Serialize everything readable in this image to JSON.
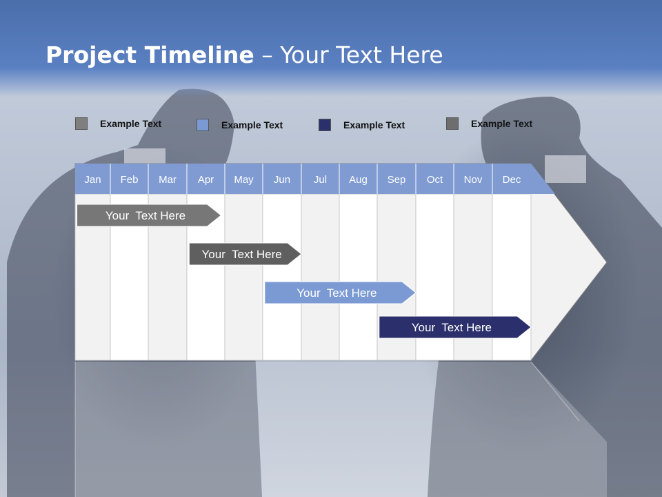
{
  "title": {
    "bold": "Project Timeline",
    "rest": " – Your Text Here"
  },
  "legend": [
    {
      "label": "Example Text",
      "color": "#7f7f7f"
    },
    {
      "label": "Example Text",
      "color": "#7b9ad4"
    },
    {
      "label": "Example Text",
      "color": "#2b2f6b"
    },
    {
      "label": "Example Text",
      "color": "#6e6e6e"
    }
  ],
  "months": [
    "Jan",
    "Feb",
    "Mar",
    "Apr",
    "May",
    "Jun",
    "Jul",
    "Aug",
    "Sep",
    "Oct",
    "Nov",
    "Dec"
  ],
  "tasks": [
    {
      "label": "Your  Text Here",
      "start_month": "Jan",
      "end_month": "Apr",
      "color": "#777777"
    },
    {
      "label": "Your  Text Here",
      "start_month": "Apr",
      "end_month": "Jun",
      "color": "#5f5f5f"
    },
    {
      "label": "Your  Text Here",
      "start_month": "Jun",
      "end_month": "Sep",
      "color": "#7b9ad4"
    },
    {
      "label": "Your  Text Here",
      "start_month": "Sep",
      "end_month": "Dec",
      "color": "#2b2f6b"
    }
  ],
  "colors": {
    "header": "#5b80c2",
    "month_bar": "#7f9bd2",
    "column_a": "#f2f2f2",
    "column_b": "#ffffff"
  }
}
